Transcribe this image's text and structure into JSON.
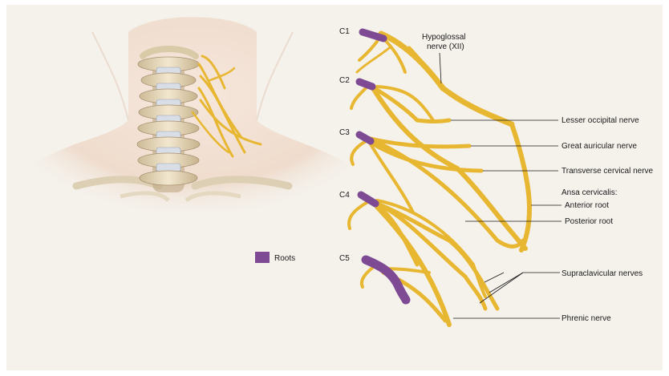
{
  "figure": {
    "colors": {
      "panel_background": "#f5f2ec",
      "nerve": "#e8b732",
      "root": "#7d4a93",
      "bone": "#e9dcc0",
      "skin": "#f1e2d6"
    },
    "levels": [
      "C1",
      "C2",
      "C3",
      "C4",
      "C5"
    ],
    "labels": {
      "hypoglossal_line1": "Hypoglossal",
      "hypoglossal_line2": "nerve (XII)",
      "lesser_occipital": "Lesser occipital nerve",
      "great_auricular": "Great auricular nerve",
      "transverse_cervical": "Transverse cervical nerve",
      "ansa_cervicalis": "Ansa cervicalis:",
      "anterior_root": "Anterior root",
      "posterior_root": "Posterior root",
      "supraclavicular": "Supraclavicular nerves",
      "phrenic": "Phrenic nerve"
    },
    "legend": {
      "label": "Roots",
      "color": "#7d4a93"
    }
  }
}
